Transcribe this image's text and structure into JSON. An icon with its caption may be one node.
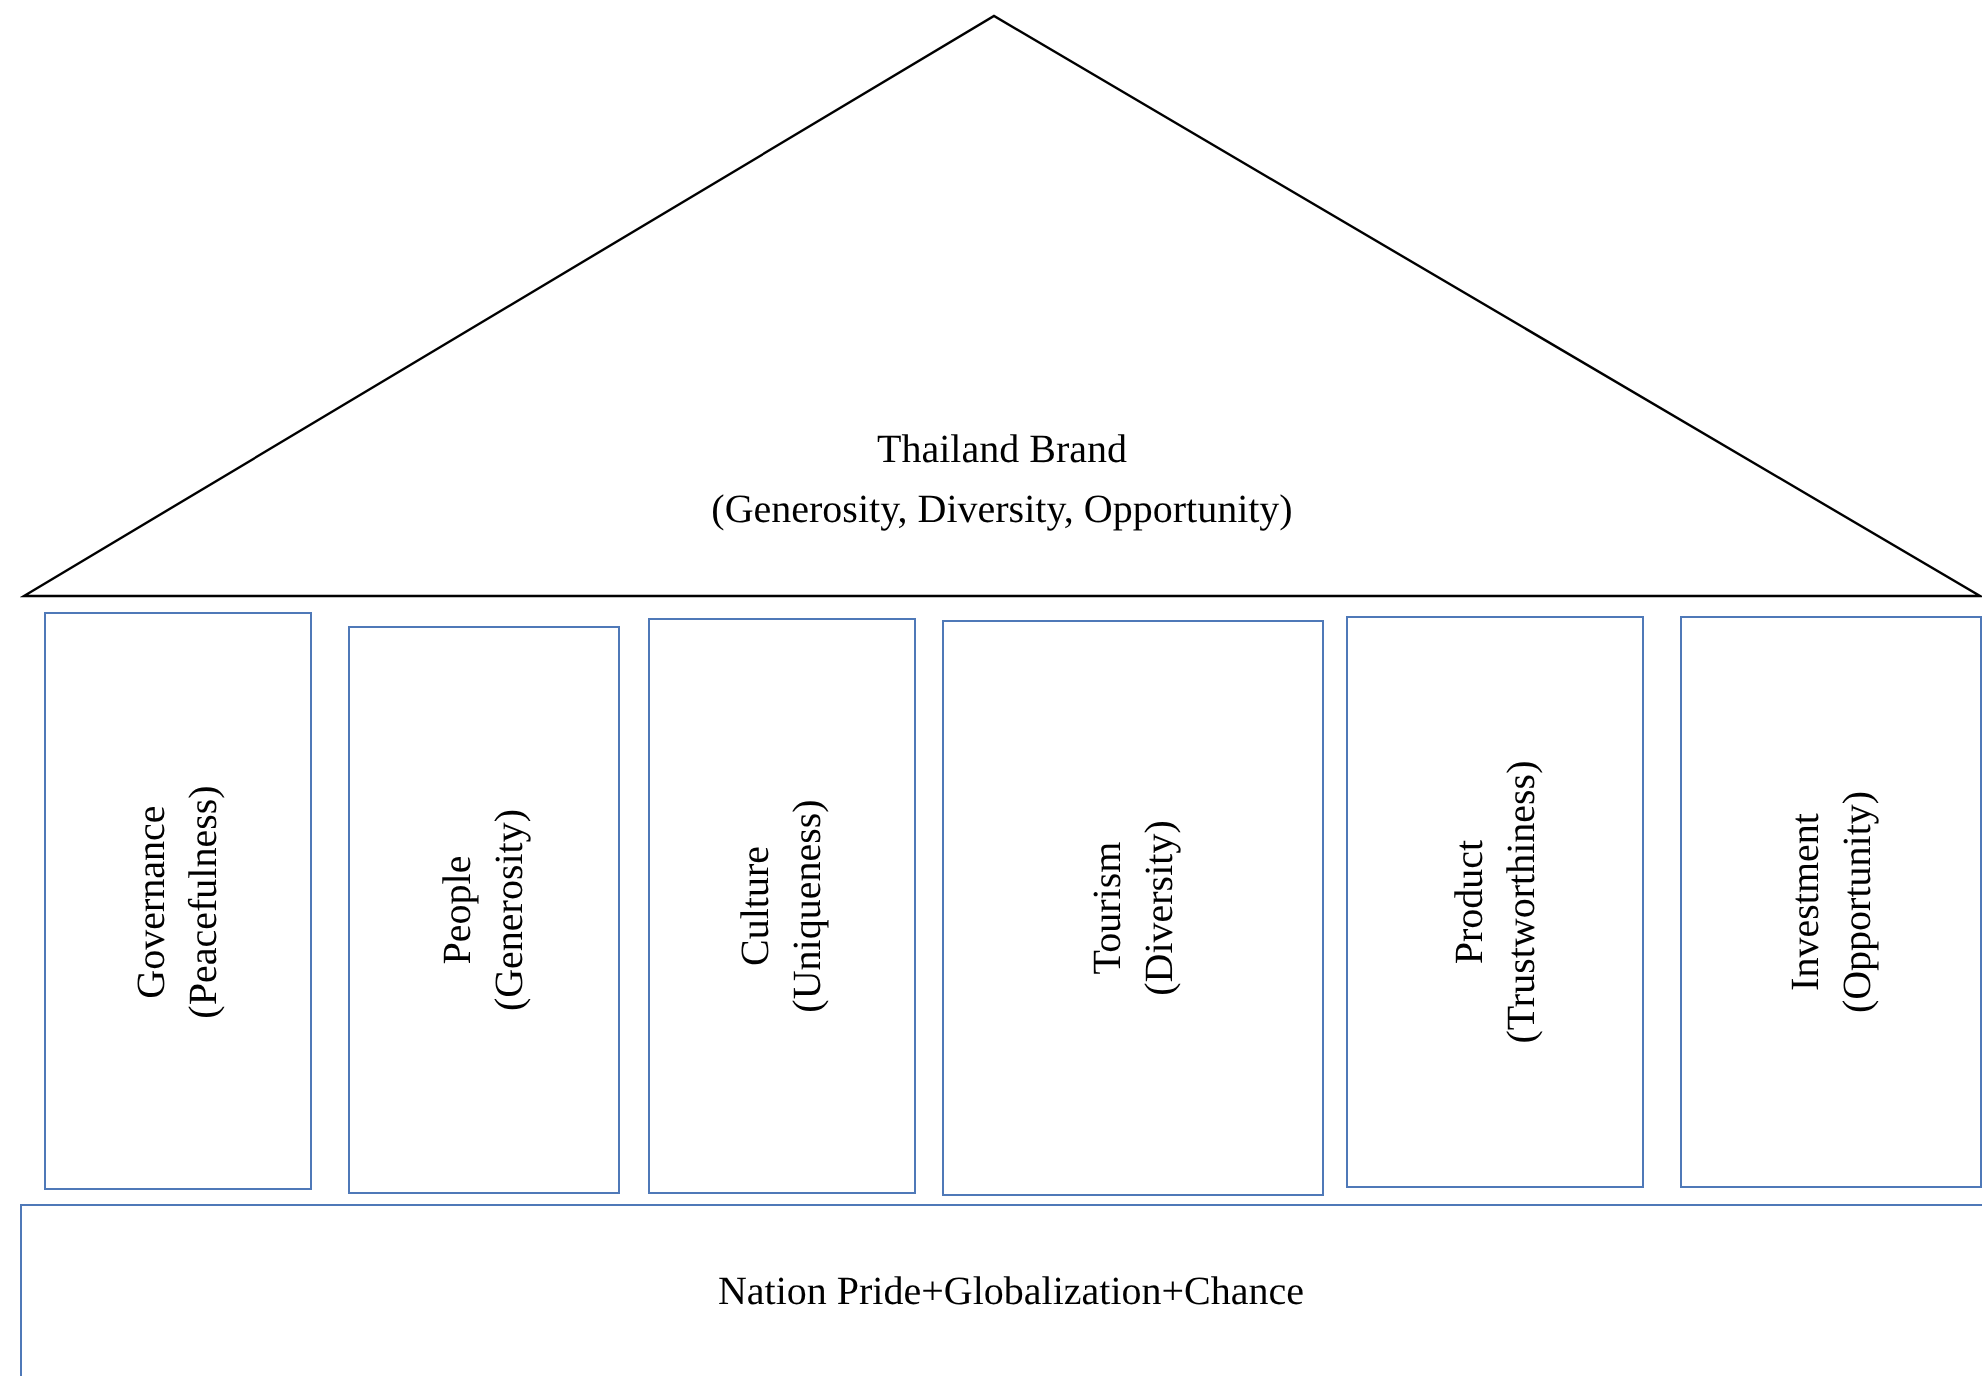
{
  "diagram": {
    "nodes": [
      {
        "text": [
          "Thailand Brand",
          "(Generosity, Diversity, Opportunity)"
        ]
      },
      {
        "text": [
          "Governance",
          "(Peacefulness)"
        ]
      },
      {
        "text": [
          "People",
          "(Generosity)"
        ]
      },
      {
        "text": [
          "Culture",
          "(Uniqueness)"
        ]
      },
      {
        "text": [
          "Tourism",
          "(Diversity)"
        ]
      },
      {
        "text": [
          "Product",
          "(Trustworthiness)"
        ]
      },
      {
        "text": [
          "Investment",
          "(Opportunity)"
        ]
      },
      {
        "text": [
          "Nation Pride+Globalization+Chance"
        ]
      }
    ],
    "edges": []
  }
}
